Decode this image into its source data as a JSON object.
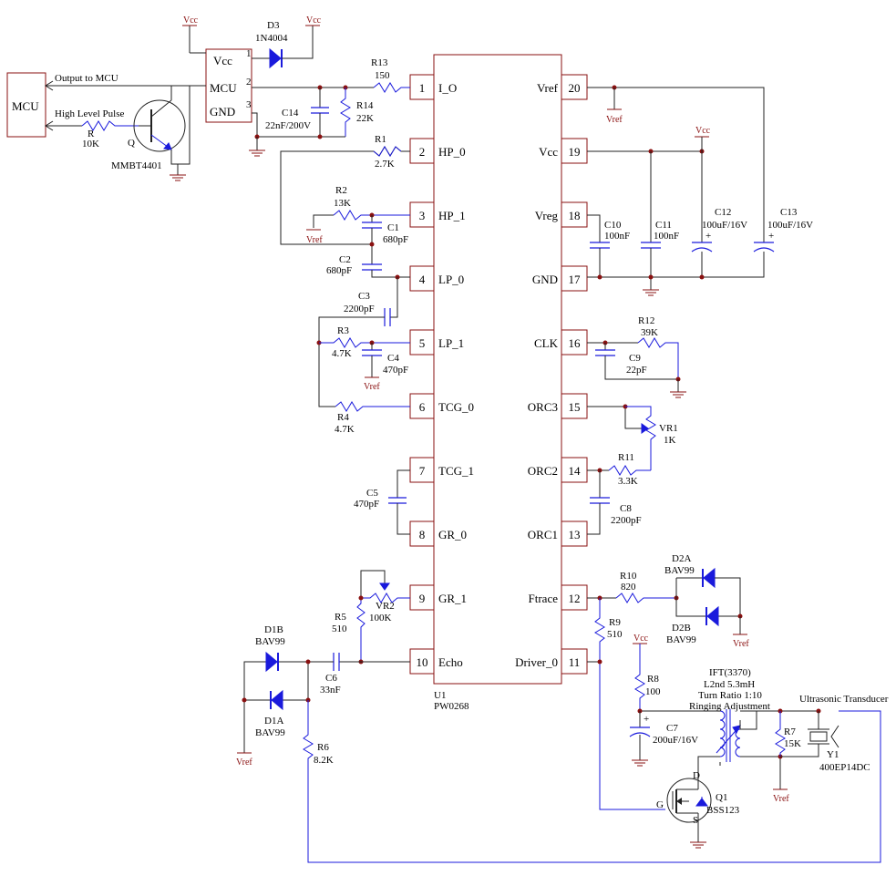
{
  "schematic": {
    "mcu_block": {
      "label": "MCU"
    },
    "arrows": {
      "output_to_mcu": "Output to MCU",
      "high_level_pulse": "High Level Pulse"
    },
    "ic": {
      "ref": "U1",
      "part": "PW0268",
      "left_pins": [
        {
          "num": "1",
          "name": "I_O"
        },
        {
          "num": "2",
          "name": "HP_0"
        },
        {
          "num": "3",
          "name": "HP_1"
        },
        {
          "num": "4",
          "name": "LP_0"
        },
        {
          "num": "5",
          "name": "LP_1"
        },
        {
          "num": "6",
          "name": "TCG_0"
        },
        {
          "num": "7",
          "name": "TCG_1"
        },
        {
          "num": "8",
          "name": "GR_0"
        },
        {
          "num": "9",
          "name": "GR_1"
        },
        {
          "num": "10",
          "name": "Echo"
        }
      ],
      "right_pins": [
        {
          "num": "20",
          "name": "Vref"
        },
        {
          "num": "19",
          "name": "Vcc"
        },
        {
          "num": "18",
          "name": "Vreg"
        },
        {
          "num": "17",
          "name": "GND"
        },
        {
          "num": "16",
          "name": "CLK"
        },
        {
          "num": "15",
          "name": "ORC3"
        },
        {
          "num": "14",
          "name": "ORC2"
        },
        {
          "num": "13",
          "name": "ORC1"
        },
        {
          "num": "12",
          "name": "Ftrace"
        },
        {
          "num": "11",
          "name": "Driver_0"
        }
      ]
    },
    "connector": {
      "pins": [
        {
          "num": "1",
          "name": "Vcc"
        },
        {
          "num": "2",
          "name": "MCU"
        },
        {
          "num": "3",
          "name": "GND"
        }
      ]
    },
    "supply_labels": {
      "vcc": "Vcc",
      "vref": "Vref"
    },
    "components": {
      "D3": {
        "ref": "D3",
        "value": "1N4004"
      },
      "R13": {
        "ref": "R13",
        "value": "150"
      },
      "R14": {
        "ref": "R14",
        "value": "22K"
      },
      "C14": {
        "ref": "C14",
        "value": "22nF/200V"
      },
      "R": {
        "ref": "R",
        "value": "10K"
      },
      "Q": {
        "ref": "Q",
        "value": "MMBT4401"
      },
      "R1": {
        "ref": "R1",
        "value": "2.7K"
      },
      "R2": {
        "ref": "R2",
        "value": "13K"
      },
      "C1": {
        "ref": "C1",
        "value": "680pF"
      },
      "C2": {
        "ref": "C2",
        "value": "680pF"
      },
      "C3": {
        "ref": "C3",
        "value": "2200pF"
      },
      "R3": {
        "ref": "R3",
        "value": "4.7K"
      },
      "C4": {
        "ref": "C4",
        "value": "470pF"
      },
      "R4": {
        "ref": "R4",
        "value": "4.7K"
      },
      "C5": {
        "ref": "C5",
        "value": "470pF"
      },
      "R5": {
        "ref": "R5",
        "value": "510"
      },
      "VR2": {
        "ref": "VR2",
        "value": "100K"
      },
      "C6": {
        "ref": "C6",
        "value": "33nF"
      },
      "D1B": {
        "ref": "D1B",
        "value": "BAV99"
      },
      "D1A": {
        "ref": "D1A",
        "value": "BAV99"
      },
      "R6": {
        "ref": "R6",
        "value": "8.2K"
      },
      "C10": {
        "ref": "C10",
        "value": "100nF"
      },
      "C11": {
        "ref": "C11",
        "value": "100nF"
      },
      "C12": {
        "ref": "C12",
        "value": "100uF/16V"
      },
      "C13": {
        "ref": "C13",
        "value": "100uF/16V"
      },
      "R12": {
        "ref": "R12",
        "value": "39K"
      },
      "C9": {
        "ref": "C9",
        "value": "22pF"
      },
      "VR1": {
        "ref": "VR1",
        "value": "1K"
      },
      "R11": {
        "ref": "R11",
        "value": "3.3K"
      },
      "C8": {
        "ref": "C8",
        "value": "2200pF"
      },
      "R10": {
        "ref": "R10",
        "value": "820"
      },
      "D2A": {
        "ref": "D2A",
        "value": "BAV99"
      },
      "D2B": {
        "ref": "D2B",
        "value": "BAV99"
      },
      "R9": {
        "ref": "R9",
        "value": "510"
      },
      "R8": {
        "ref": "R8",
        "value": "100"
      },
      "C7": {
        "ref": "C7",
        "value": "200uF/16V"
      },
      "R7": {
        "ref": "R7",
        "value": "15K"
      },
      "Q1": {
        "ref": "Q1",
        "value": "BSS123"
      },
      "Y1": {
        "ref": "Y1",
        "value": "400EP14DC"
      }
    },
    "ift": {
      "line1": "IFT(3370)",
      "line2": "L2nd 5.3mH",
      "line3": "Turn Ratio 1:10",
      "line4": "Ringing Adjustment"
    },
    "transducer_label": "Ultrasonic Transducer",
    "fet_pins": {
      "d": "D",
      "g": "G",
      "s": "S"
    }
  }
}
